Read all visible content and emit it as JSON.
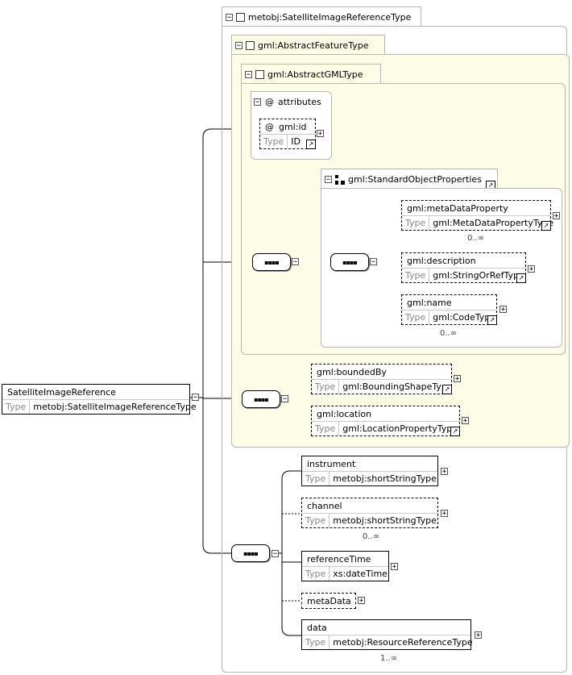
{
  "root_element": {
    "name": "SatelliteImageReference",
    "type_label": "Type",
    "type": "metobj:SatelliteImageReferenceType"
  },
  "complex_type": {
    "title": "metobj:SatelliteImageReferenceType"
  },
  "abstract_feature": {
    "title": "gml:AbstractFeatureType"
  },
  "abstract_gml": {
    "title": "gml:AbstractGMLType"
  },
  "attributes": {
    "title": "attributes",
    "at_symbol": "@",
    "id": {
      "name": "gml:id",
      "type_label": "Type",
      "type": "ID"
    }
  },
  "standard_props": {
    "title": "gml:StandardObjectProperties",
    "metaDataProperty": {
      "name": "gml:metaDataProperty",
      "type_label": "Type",
      "type": "gml:MetaDataPropertyType",
      "cardinality": "0..∞"
    },
    "description": {
      "name": "gml:description",
      "type_label": "Type",
      "type": "gml:StringOrRefType"
    },
    "name": {
      "name": "gml:name",
      "type_label": "Type",
      "type": "gml:CodeType",
      "cardinality": "0..∞"
    }
  },
  "feature_elements": {
    "boundedBy": {
      "name": "gml:boundedBy",
      "type_label": "Type",
      "type": "gml:BoundingShapeType"
    },
    "location": {
      "name": "gml:location",
      "type_label": "Type",
      "type": "gml:LocationPropertyType"
    }
  },
  "own_elements": {
    "instrument": {
      "name": "instrument",
      "type_label": "Type",
      "type": "metobj:shortStringType"
    },
    "channel": {
      "name": "channel",
      "type_label": "Type",
      "type": "metobj:shortStringType",
      "cardinality": "0..∞"
    },
    "referenceTime": {
      "name": "referenceTime",
      "type_label": "Type",
      "type": "xs:dateTime"
    },
    "metaData": {
      "name": "metaData"
    },
    "data": {
      "name": "data",
      "type_label": "Type",
      "type": "metobj:ResourceReferenceType",
      "cardinality": "1..∞"
    }
  },
  "icons": {
    "expand": "+",
    "collapse": "−",
    "link": "↗",
    "sequence": "▪▪▪▪"
  }
}
